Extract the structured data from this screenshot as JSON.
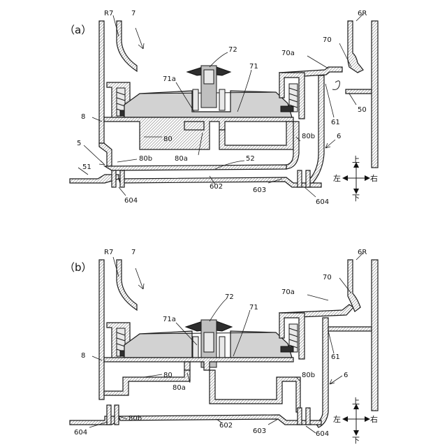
{
  "panels": [
    {
      "id": "a",
      "panel_label": "（a）",
      "labels": {
        "R7": "R7",
        "n7": "7",
        "n72": "72",
        "n6R": "6R",
        "n70": "70",
        "n70a": "70a",
        "n71a": "71a",
        "n71": "71",
        "n50": "50",
        "n61": "61",
        "n8": "8",
        "n80": "80",
        "n80b_top": "80b",
        "n5": "5",
        "n80b": "80b",
        "n80a": "80a",
        "n52": "52",
        "n6": "6",
        "n51": "51",
        "n602": "602",
        "n603": "603",
        "n604_left": "604",
        "n604_right": "604"
      },
      "direction": {
        "up": "上",
        "down": "下",
        "left": "左",
        "right": "右"
      }
    },
    {
      "id": "b",
      "panel_label": "（b）",
      "labels": {
        "R7": "R7",
        "n7": "7",
        "n6R": "6R",
        "n72": "72",
        "n70": "70",
        "n70a": "70a",
        "n71a": "71a",
        "n71": "71",
        "n8": "8",
        "n80": "80",
        "n80b_top": "80b",
        "n6": "6",
        "n80a": "80a",
        "n61": "61",
        "n604_left": "604",
        "n80b": "80b",
        "n602": "602",
        "n603": "603",
        "n604_right": "604"
      },
      "direction": {
        "up": "上",
        "down": "下",
        "left": "左",
        "right": "右"
      }
    }
  ]
}
